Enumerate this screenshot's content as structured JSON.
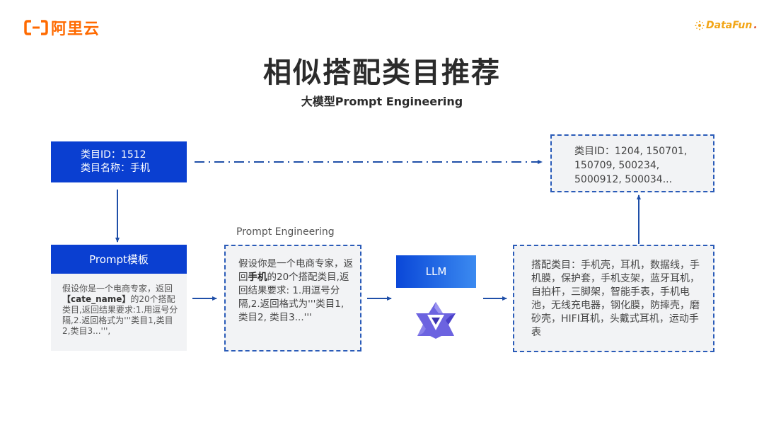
{
  "logos": {
    "left_brand": "阿里云",
    "right_brand": "DataFun",
    "right_brand_suffix": "."
  },
  "header": {
    "title": "相似搭配类目推荐",
    "subtitle": "大模型Prompt Engineering"
  },
  "input_box": {
    "line1": "类目ID：1512",
    "line2": "类目名称：手机"
  },
  "prompt_template": {
    "header": "Prompt模板",
    "text_before_bold": "假设你是一个电商专家，返回",
    "bold": "【cate_name】",
    "text_after_bold": "的20个搭配类目,返回结果要求:1.用逗号分隔,2.返回格式为'''类目1,类目2,类目3...''',"
  },
  "prompt_engineering": {
    "label": "Prompt Engineering",
    "text_before_bold": "假设你是一个电商专家，返回",
    "bold": "手机",
    "text_after_bold": "的20个搭配类目,返回结果要求: 1.用逗号分隔,2.返回格式为'''类目1,类目2, 类目3...'''"
  },
  "llm": {
    "label": "LLM",
    "icon": "qwen-logo-icon"
  },
  "output_box": {
    "text": "搭配类目：手机壳，耳机，数据线，手机膜，保护套，手机支架，蓝牙耳机，自拍杆，三脚架，智能手表，手机电池，无线充电器，钢化膜，防摔壳，磨砂壳，HIFI耳机，头戴式耳机，运动手表"
  },
  "ids_box": {
    "text": "类目ID：1204, 150701, 150709, 500234, 5000912, 500034..."
  },
  "colors": {
    "primary_blue": "#0a3fd1",
    "arrow_blue": "#1f4fa8",
    "aliyun_orange": "#ff6a00",
    "datafun_yellow": "#f2a516"
  }
}
